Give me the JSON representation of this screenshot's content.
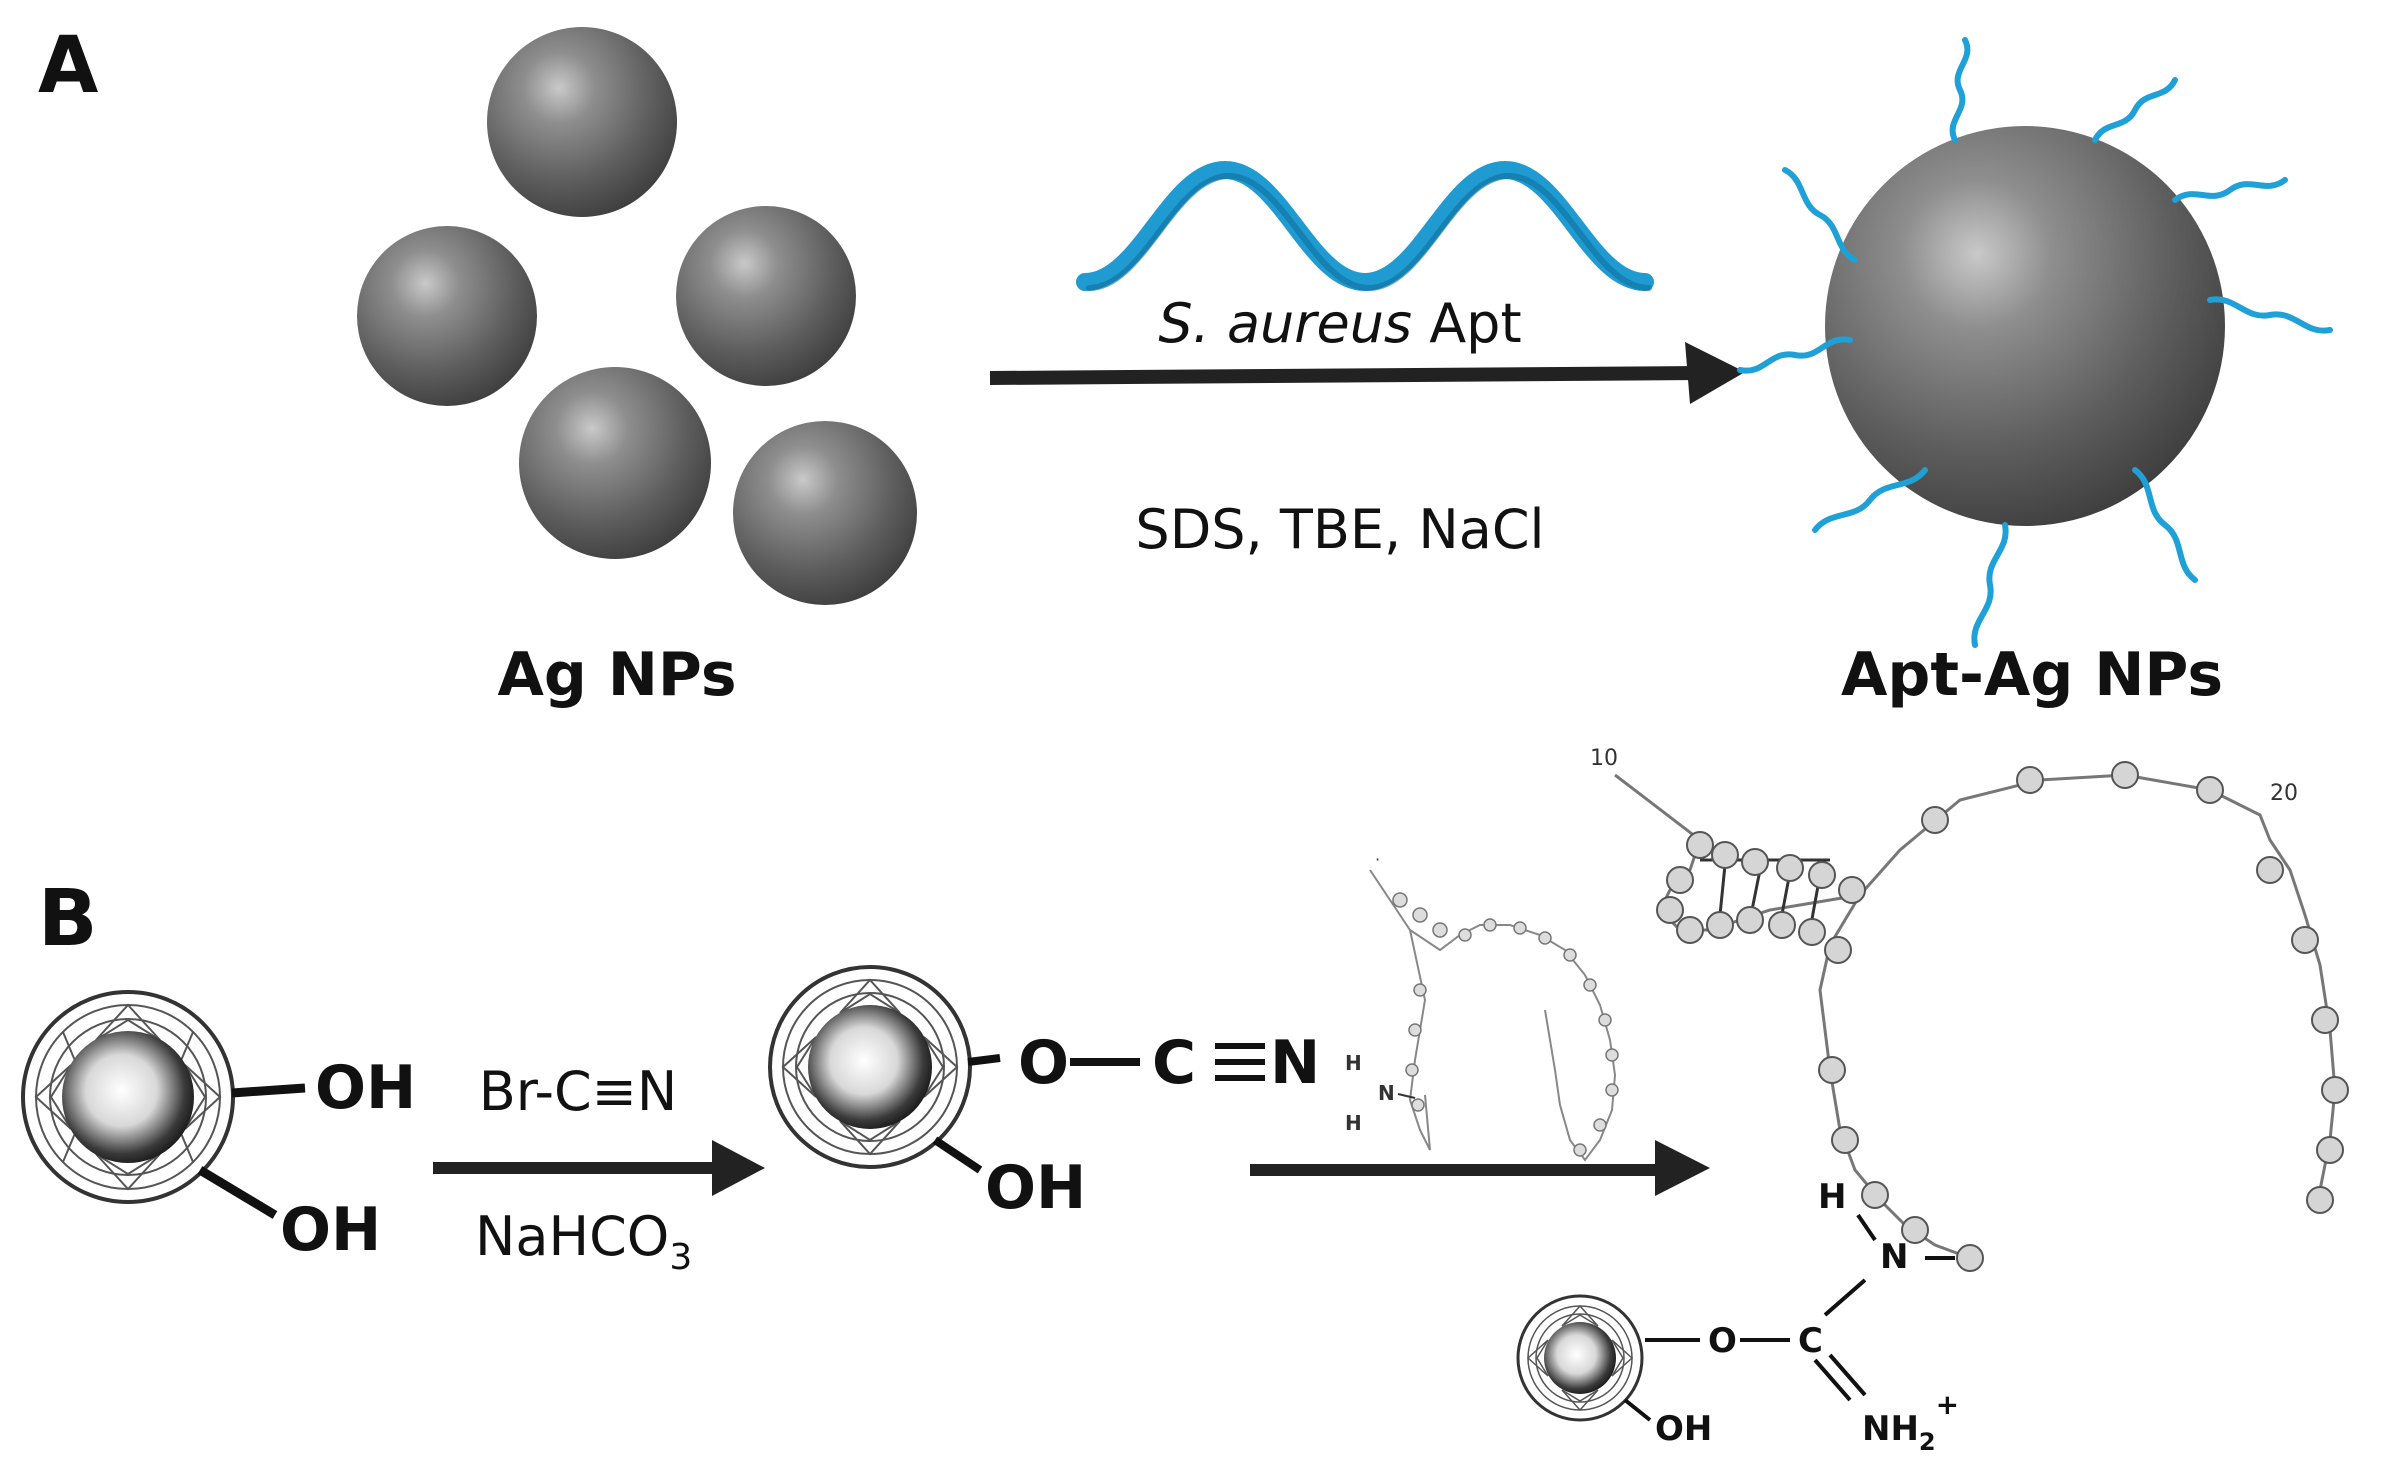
{
  "panel_a": {
    "label": "A",
    "reactant_label": "Ag NPs",
    "reagent_italic": "S. aureus",
    "reagent_suffix": " Apt",
    "conditions": "SDS, TBE, NaCl",
    "product_label": "Apt-Ag NPs"
  },
  "panel_b": {
    "label": "B",
    "hydroxyl_1": "OH",
    "hydroxyl_2": "OH",
    "reagent_top": "Br-C≡N",
    "reagent_bottom_main": "NaHCO",
    "reagent_bottom_sub": "3",
    "cyanate_O": "O",
    "cyanate_C": "C",
    "cyanate_N": "N",
    "intermediate_OH": "OH",
    "amine_H1": "H",
    "amine_N": "N",
    "amine_H2": "H",
    "product_H": "H",
    "product_N": "N",
    "product_O": "O",
    "product_C": "C",
    "product_OH": "OH",
    "product_NH": "NH",
    "product_NH_sub": "2",
    "product_NH_sup": "+",
    "aptamer_num_10": "10",
    "aptamer_num_20": "20"
  },
  "colors": {
    "particle": "#5a5a5a",
    "aptamer_blue": "#1f9bd1",
    "arrow": "#222222"
  }
}
